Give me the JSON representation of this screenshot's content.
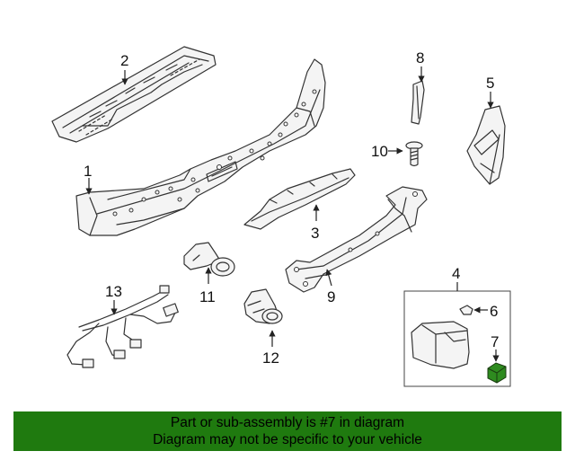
{
  "callouts": {
    "c1": "1",
    "c2": "2",
    "c3": "3",
    "c4": "4",
    "c5": "5",
    "c6": "6",
    "c7": "7",
    "c8": "8",
    "c9": "9",
    "c10": "10",
    "c11": "11",
    "c12": "12",
    "c13": "13"
  },
  "highlight_color": "#2e8b1f",
  "banner": {
    "line1": "Part or sub-assembly is #7 in diagram",
    "line2": "Diagram may not be specific to your vehicle",
    "background": "#1f7a0f"
  }
}
